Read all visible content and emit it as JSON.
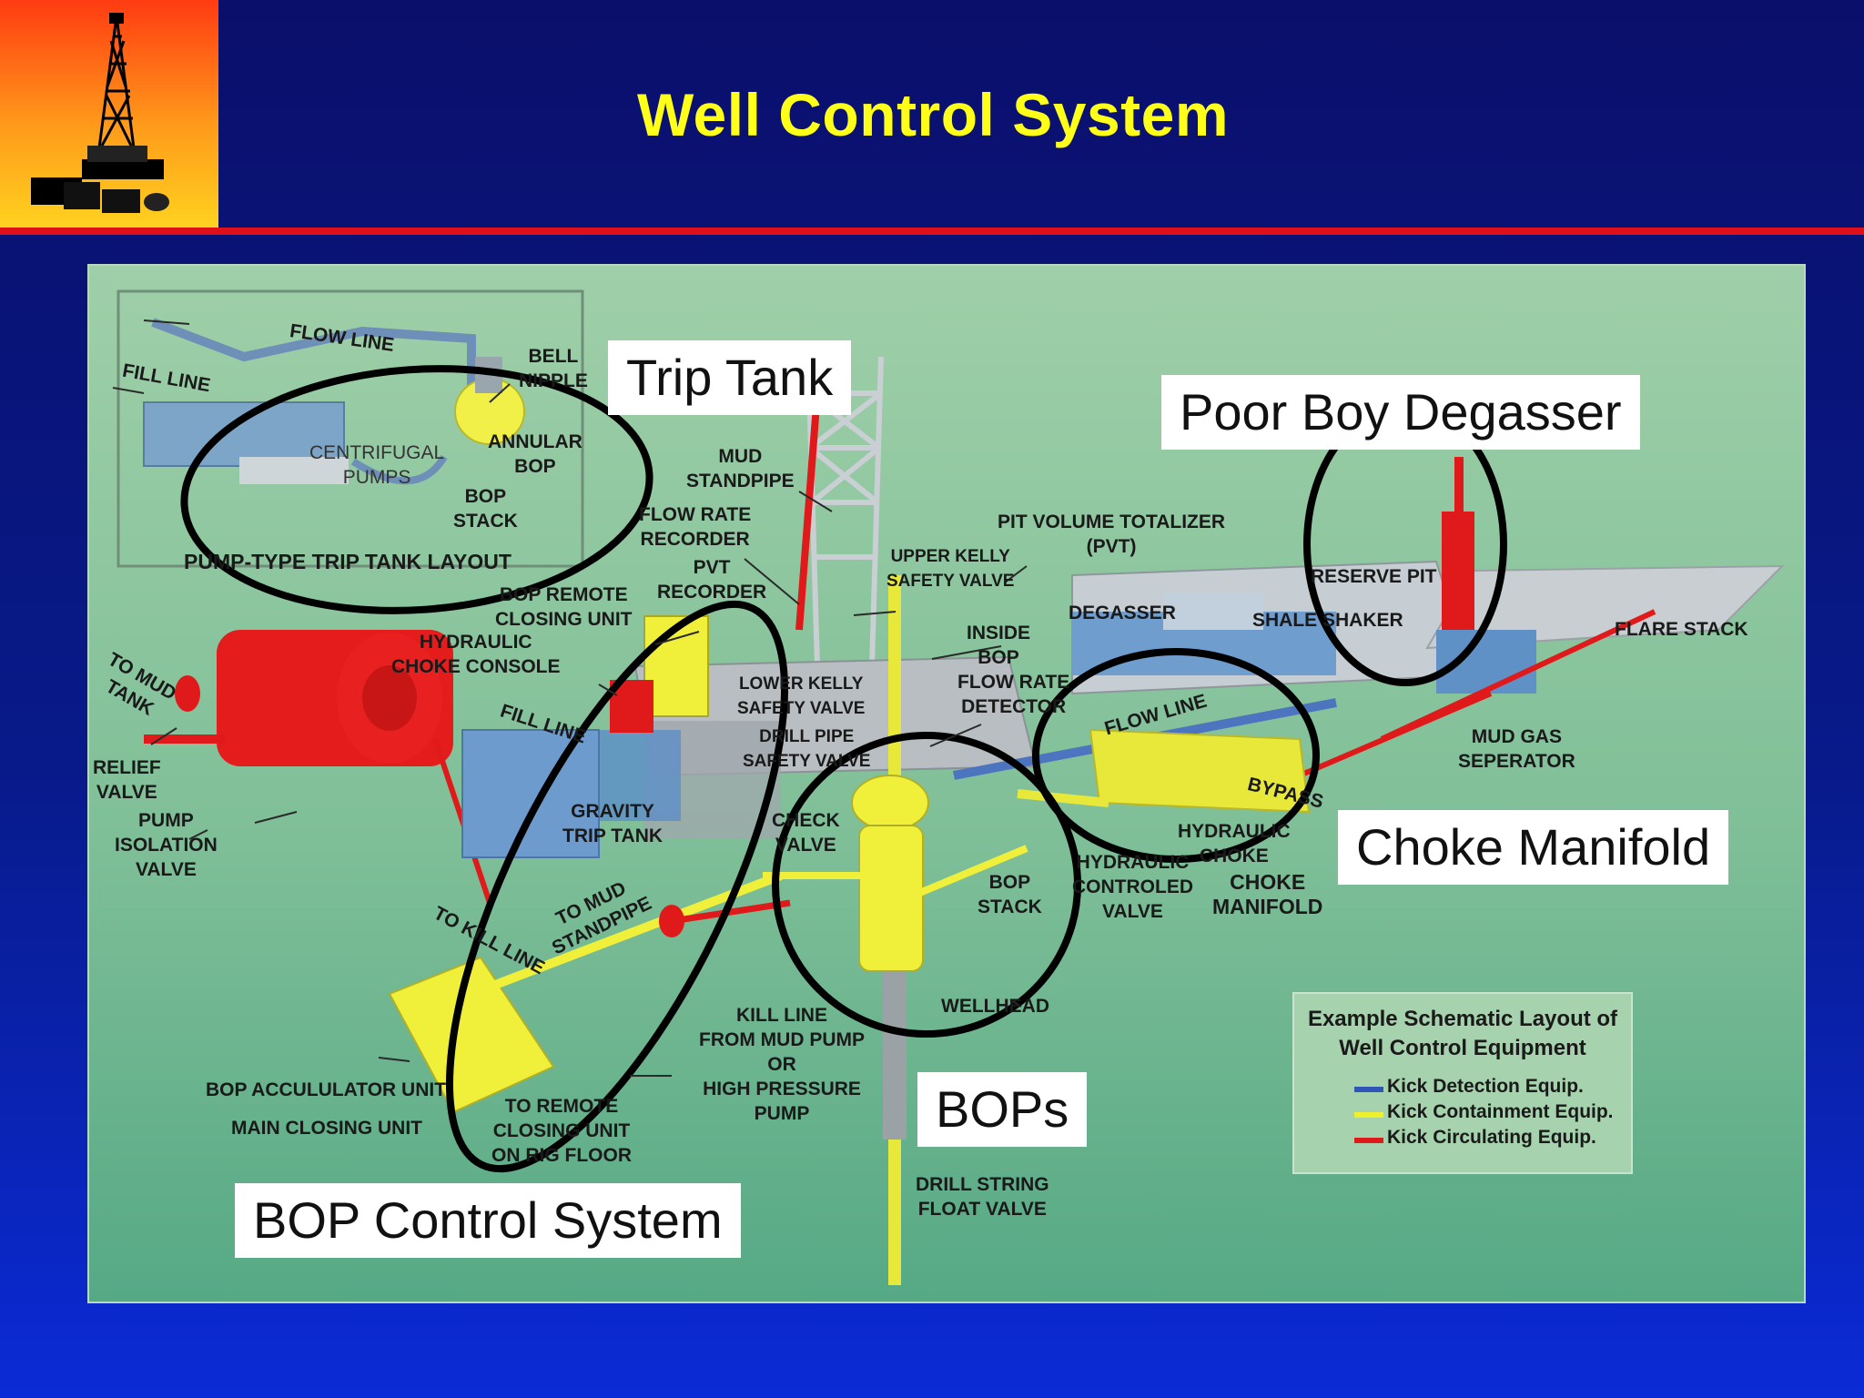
{
  "slide": {
    "title": "Well Control System"
  },
  "callouts": {
    "trip_tank": "Trip Tank",
    "poor_boy_degasser": "Poor Boy Degasser",
    "choke_manifold": "Choke Manifold",
    "bops": "BOPs",
    "bop_control_system": "BOP Control System"
  },
  "labels": {
    "flow_line_top": "FLOW LINE",
    "fill_line_top": "FILL LINE",
    "bell_nipple": "BELL\nNIPPLE",
    "centrifugal_pumps": "CENTRIFUGAL\nPUMPS",
    "annular_bop": "ANNULAR\nBOP",
    "bop_stack_inset": "BOP\nSTACK",
    "pump_type_trip_tank_layout": "PUMP-TYPE TRIP TANK LAYOUT",
    "mud_standpipe": "MUD\nSTANDPIPE",
    "flow_rate_recorder": "FLOW RATE\nRECORDER",
    "pvt_recorder": "PVT\nRECORDER",
    "bop_remote_closing_unit": "BOP REMOTE\nCLOSING UNIT",
    "hydraulic_choke_console": "HYDRAULIC\nCHOKE CONSOLE",
    "pit_volume_totalizer": "PIT VOLUME TOTALIZER\n(PVT)",
    "upper_kelly_safety_valve": "UPPER KELLY\nSAFETY VALVE",
    "inside_bop": "INSIDE\nBOP",
    "degasser": "DEGASSER",
    "reserve_pit": "RESERVE PIT",
    "shale_shaker": "SHALE SHAKER",
    "flare_stack": "FLARE STACK",
    "to_mud_tank": "TO MUD\nTANK",
    "relief_valve": "RELIEF\nVALVE",
    "pump_isolation_valve": "PUMP\nISOLATION\nVALVE",
    "fill_line_mid": "FILL LINE",
    "lower_kelly_safety_valve": "LOWER KELLY\nSAFETY VALVE",
    "drill_pipe_safety_valve": "DRILL PIPE\nSAFETY VALVE",
    "flow_rate_detector": "FLOW RATE\nDETECTOR",
    "flow_line_mid": "FLOW LINE",
    "mud_gas_separator": "MUD GAS\nSEPERATOR",
    "bypass": "BYPASS",
    "gravity_trip_tank": "GRAVITY\nTRIP TANK",
    "check_valve": "CHECK\nVALVE",
    "hydraulic_choke": "HYDRAULIC\nCHOKE",
    "hydraulic_controlled_valve": "HYDRAULIC\nCONTROLED\nVALVE",
    "choke_manifold_small": "CHOKE\nMANIFOLD",
    "bop_stack_main": "BOP\nSTACK",
    "to_mud_standpipe": "TO MUD\nSTANDPIPE",
    "to_kill_line": "TO KILL LINE",
    "wellhead": "WELLHEAD",
    "kill_line_from_mud_pump": "KILL LINE\nFROM MUD PUMP\nOR\nHIGH PRESSURE\nPUMP",
    "bop_accumulator_unit": "BOP ACCULULATOR UNIT",
    "main_closing_unit": "MAIN CLOSING UNIT",
    "to_remote_closing_unit": "TO REMOTE\nCLOSING UNIT\nON RIG FLOOR",
    "drill_string_float_valve": "DRILL STRING\nFLOAT VALVE"
  },
  "legend": {
    "title": "Example Schematic Layout of\nWell Control Equipment",
    "items": [
      {
        "label": "Kick Detection Equip.",
        "color": "#2f55b8"
      },
      {
        "label": "Kick Containment Equip.",
        "color": "#f0f02a"
      },
      {
        "label": "Kick Circulating Equip.",
        "color": "#e01a1a"
      }
    ]
  }
}
